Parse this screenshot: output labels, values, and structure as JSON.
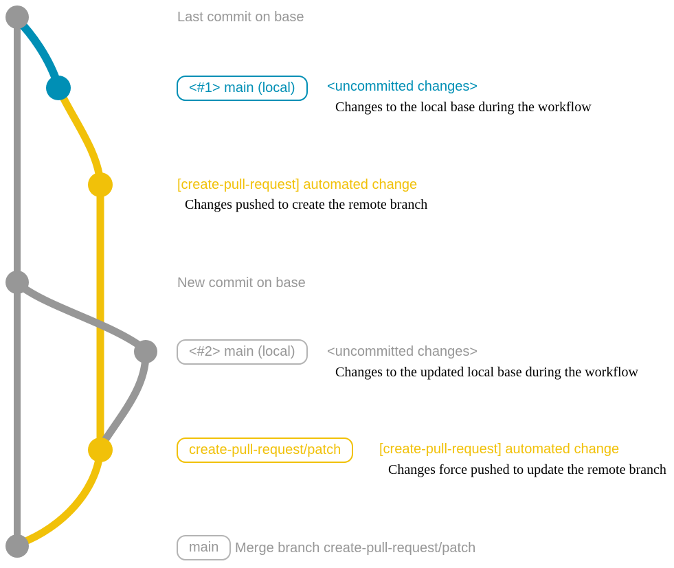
{
  "colors": {
    "gray": "#979797",
    "blue": "#008fb5",
    "yellow": "#f1c109",
    "gray_badge_border": "#b4b4b4",
    "description_black": "#000000"
  },
  "annotations": {
    "last_commit_on_base": {
      "message": "Last commit on base"
    },
    "local_main_1": {
      "badge": "<#1> main (local)",
      "message": "<uncommitted changes>",
      "description": "Changes to the local base during the workflow"
    },
    "automated_change_1": {
      "message": "[create-pull-request] automated change",
      "description": "Changes pushed to create the remote branch"
    },
    "new_commit_on_base": {
      "message": "New commit on base"
    },
    "local_main_2": {
      "badge": "<#2> main (local)",
      "message": "<uncommitted changes>",
      "description": "Changes to the updated local base during the workflow"
    },
    "automated_change_2": {
      "badge": "create-pull-request/patch",
      "message": "[create-pull-request] automated change",
      "description": "Changes force pushed to update the remote branch"
    },
    "merge_commit": {
      "badge": "main",
      "message": "Merge branch create-pull-request/patch"
    }
  }
}
